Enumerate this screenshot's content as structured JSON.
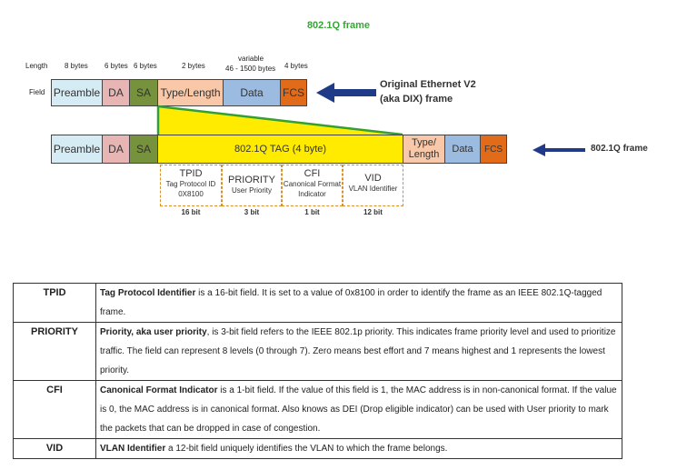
{
  "title": "802.1Q frame",
  "top_row": {
    "side_labels": {
      "length": "Length",
      "field": "Field"
    },
    "sizes": [
      "8 bytes",
      "6 bytes",
      "6 bytes",
      "2 bytes",
      "variable",
      "46 - 1500 bytes",
      "4 bytes"
    ],
    "fields": [
      "Preamble",
      "DA",
      "SA",
      "Type/Length",
      "Data",
      "FCS"
    ],
    "caption_line1": "Original Ethernet V2",
    "caption_line2": "(aka DIX) frame"
  },
  "bottom_row": {
    "fields": [
      "Preamble",
      "DA",
      "SA"
    ],
    "tag_label": "802.1Q TAG (4 byte)",
    "type_line1": "Type/",
    "type_line2": "Length",
    "data": "Data",
    "fcs": "FCS",
    "caption": "802.1Q frame"
  },
  "subfields": [
    {
      "name": "TPID",
      "desc": [
        "Tag Protocol ID",
        "0X8100"
      ],
      "bits": "16 bit"
    },
    {
      "name": "PRIORITY",
      "desc": [
        "User Priority"
      ],
      "bits": "3 bit"
    },
    {
      "name": "CFI",
      "desc": [
        "Canonical Format",
        "Indicator"
      ],
      "bits": "1 bit"
    },
    {
      "name": "VID",
      "desc": [
        "VLAN Identifier"
      ],
      "bits": "12 bit"
    }
  ],
  "table": {
    "tpid": {
      "key": "TPID",
      "bold": "Tag Protocol Identifier",
      "rest": " is a 16-bit field. It is set to a value of 0x8100 in order to identify the frame as an IEEE 802.1Q-tagged frame."
    },
    "priority": {
      "key": "PRIORITY",
      "bold": "Priority, aka user priority",
      "rest": ", is 3-bit field refers to the IEEE 802.1p priority. This indicates frame priority level and used to prioritize traffic. The field can represent 8 levels (0 through 7). Zero means best effort and 7 means highest and 1 represents the lowest priority."
    },
    "cfi": {
      "key": "CFI",
      "bold": "Canonical Format Indicator",
      "rest": " is a 1-bit field. If the value of this field is 1, the MAC address is in non-canonical format. If the value is 0, the MAC address is in canonical format. Also knows as DEI (Drop eligible indicator) can be used with User priority to mark the packets that can be dropped in case of congestion."
    },
    "vid": {
      "key": "VID",
      "bold": "VLAN Identifier",
      "rest": " a 12-bit field uniquely identifies the VLAN to which the frame belongs."
    }
  },
  "colors": {
    "preamble": "#d6ecf5",
    "da": "#e7b6b4",
    "sa": "#76923c",
    "type": "#f8c8a8",
    "data": "#9bbbe0",
    "fcs": "#e26b1a",
    "tag": "#ffeb00",
    "title": "#3aa43a",
    "arrow": "#1f3a87"
  }
}
